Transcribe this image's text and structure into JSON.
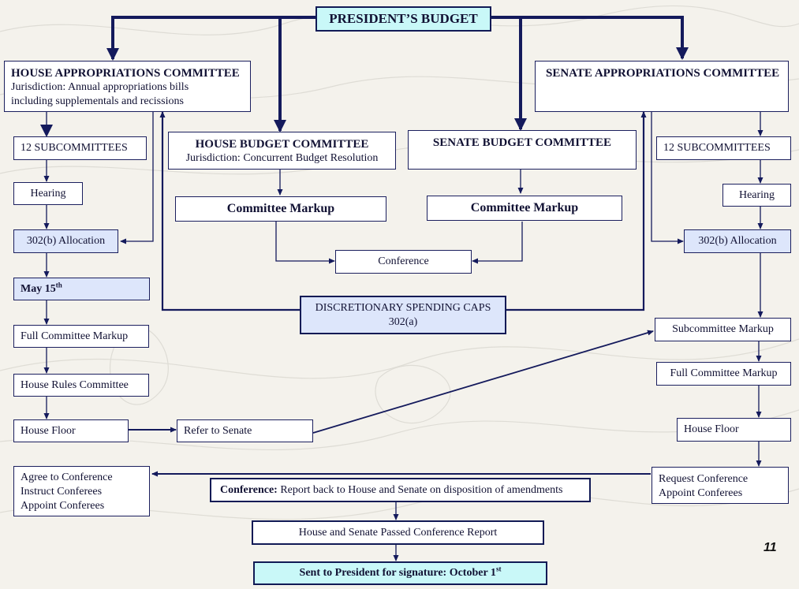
{
  "colors": {
    "line": "#141a5c",
    "box_border": "#1b1f5e",
    "box_blue": "#dde6fb",
    "box_cyan": "#c9f8f8",
    "background": "#f4f2ec"
  },
  "top": {
    "title": "PRESIDENT’S BUDGET"
  },
  "house_approp": {
    "title": "HOUSE APPROPRIATIONS COMMITTEE",
    "line1": "Jurisdiction:  Annual appropriations bills",
    "line2": "including supplementals and recissions"
  },
  "senate_approp": {
    "title": "SENATE APPROPRIATIONS COMMITTEE"
  },
  "house_budget": {
    "title": "HOUSE BUDGET COMMITTEE",
    "line1": "Jurisdiction:  Concurrent Budget Resolution"
  },
  "senate_budget": {
    "title": "SENATE BUDGET COMMITTEE"
  },
  "house_side": {
    "subcommittees": "12 SUBCOMMITTEES",
    "hearing": "Hearing",
    "allocation": "302(b) Allocation",
    "may_main": "May 15",
    "may_sup": "th",
    "full_markup": "Full Committee Markup",
    "rules": "House Rules Committee",
    "floor": "House Floor",
    "refer": "Refer to Senate"
  },
  "budget_middle": {
    "house_markup": "Committee Markup",
    "senate_markup": "Committee Markup",
    "conference": "Conference",
    "caps_line1": "DISCRETIONARY SPENDING CAPS",
    "caps_line2": "302(a)"
  },
  "senate_side": {
    "subcommittees": "12 SUBCOMMITTEES",
    "hearing": "Hearing",
    "allocation": "302(b) Allocation",
    "sub_markup": "Subcommittee Markup",
    "full_markup": "Full Committee Markup",
    "floor": "House Floor",
    "request_line1": "Request Conference",
    "request_line2": "Appoint Conferees"
  },
  "bottom": {
    "agree_line1": "Agree to Conference",
    "agree_line2": "Instruct Conferees",
    "agree_line3": "Appoint Conferees",
    "conference_label": "Conference:",
    "conference_text": " Report back to House and Senate on disposition of amendments",
    "passed": "House and Senate Passed Conference Report",
    "sent_main": "Sent to President for signature: October 1",
    "sent_sup": "st"
  },
  "page_number": "11"
}
